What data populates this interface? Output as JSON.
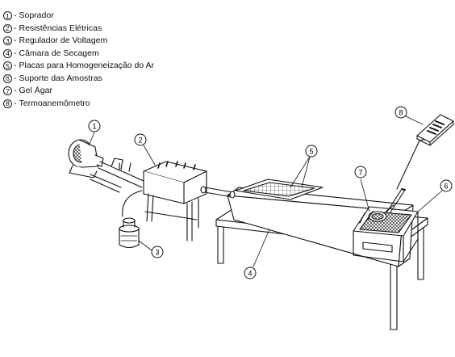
{
  "legend": {
    "items": [
      {
        "num": "1",
        "label": "Soprador"
      },
      {
        "num": "2",
        "label": "Resistências Elétricas"
      },
      {
        "num": "3",
        "label": "Regulador de Voltagem"
      },
      {
        "num": "4",
        "label": "Câmara de Secagem"
      },
      {
        "num": "5",
        "label": "Placas para Homogeneização do Ar"
      },
      {
        "num": "6",
        "label": "Suporte das Amostras"
      },
      {
        "num": "7",
        "label": "Gel Ágar"
      },
      {
        "num": "8",
        "label": "Termoanemômetro"
      }
    ]
  },
  "callouts": {
    "c1": "1",
    "c2": "2",
    "c3": "3",
    "c4": "4",
    "c5": "5",
    "c6": "6",
    "c7": "7",
    "c8": "8"
  },
  "colors": {
    "line": "#111111",
    "background": "#ffffff"
  }
}
